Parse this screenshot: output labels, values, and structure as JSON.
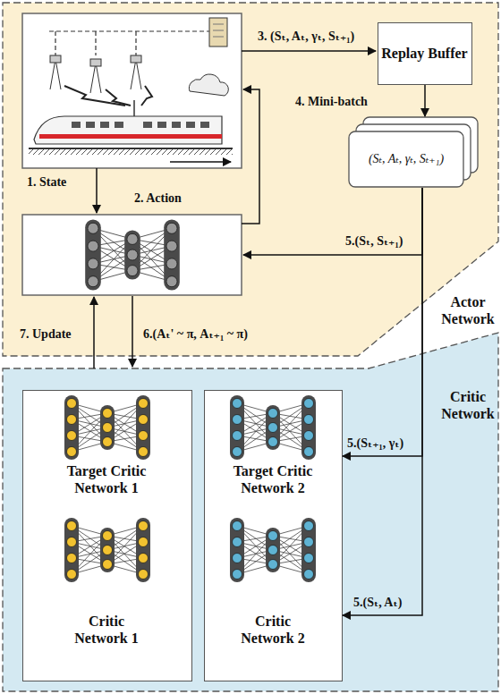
{
  "diagram": {
    "nodes": [
      {
        "text": [
          "Actor Network"
        ]
      },
      {
        "text": [
          "Replay Buffer"
        ],
        "in": 0
      },
      {
        "text": [
          "(Sₜ, Aₜ, γₜ, Sₜ₊₁)"
        ],
        "in": 0
      },
      {
        "text": [
          "Critic Network"
        ]
      },
      {
        "text": [
          "Target Critic Network 1",
          "Critic Network 1"
        ],
        "in": 3
      },
      {
        "text": [
          "Target Critic Network 2",
          "Critic Network 2"
        ],
        "in": 3
      }
    ],
    "edges": [
      {
        "from": 1,
        "to": 2,
        "label": "4. Mini-batch",
        "arrow": "to"
      },
      {
        "from": 2,
        "to": 5,
        "label": "5.(Sₜ₊₁, γₜ)",
        "arrow": "to"
      },
      {
        "from": 2,
        "to": 5,
        "label": "5.(Sₜ, Aₜ)",
        "arrow": "to"
      }
    ],
    "labels": [
      "1. State",
      "2. Action",
      "3. (Sₜ, Aₜ, γₜ, Sₜ₊₁)",
      "5.(Sₜ, Sₜ₊₁)",
      "6.(Aₜ' ~ π, Aₜ₊₁ ~ π)",
      "7. Update"
    ]
  }
}
